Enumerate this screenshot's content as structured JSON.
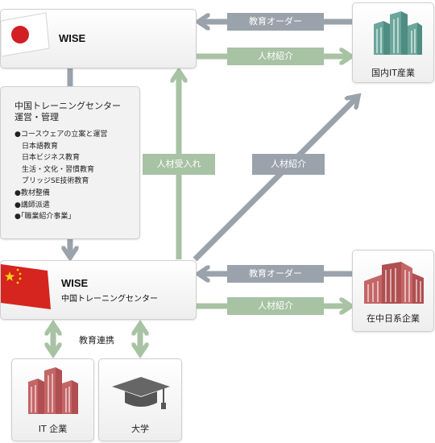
{
  "wise_top": {
    "title": "WISE"
  },
  "operations": {
    "title_line1": "中国トレーニングセンター",
    "title_line2": "運営・管理",
    "items": [
      "●コースウェアの立案と運営",
      "　日本語教育",
      "　日本ビジネス教育",
      "　生活・文化・習慣教育",
      "　ブリッジSE技術教育",
      "●教材整備",
      "●講師派遣",
      "●｢職業紹介事業｣"
    ]
  },
  "wise_china": {
    "title": "WISE",
    "subtitle": "中国トレーニングセンター"
  },
  "domestic_it": {
    "label": "国内IT産業"
  },
  "japanese_firms_china": {
    "label": "在中日系企業"
  },
  "it_companies": {
    "label": "IT 企業"
  },
  "university": {
    "label": "大学"
  },
  "flows": {
    "top_order": "教育オーダー",
    "top_referral": "人材紹介",
    "accept": "人材受入れ",
    "diagonal_referral": "人材紹介",
    "bottom_order": "教育オーダー",
    "bottom_referral": "人材紹介",
    "edu_link": "教育連携"
  },
  "colors": {
    "arrow_grey": "#9aa2ab",
    "arrow_green": "#a8c2a4",
    "building_teal": "#6aa69b",
    "building_red": "#c46566",
    "cap": "#666666"
  }
}
